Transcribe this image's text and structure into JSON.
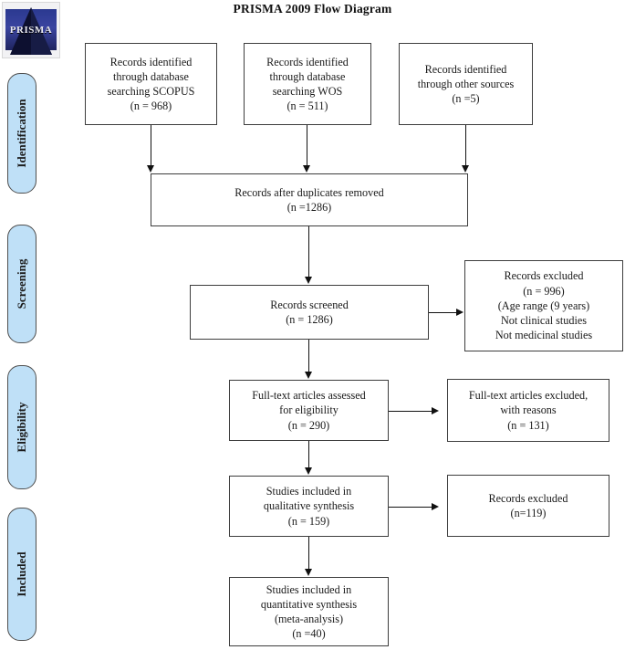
{
  "title": "PRISMA 2009 Flow Diagram",
  "logo": {
    "alt_text": "PRISMA",
    "colors": {
      "band": "#2b3990",
      "pyramid": "#0d1030"
    }
  },
  "colors": {
    "pill_fill": "#bfe0f7",
    "pill_border": "#4f4f4f",
    "box_border": "#3d3d3d",
    "connector": "#111111",
    "text": "#1a1a1a"
  },
  "stages": [
    {
      "label": "Identification"
    },
    {
      "label": "Screening"
    },
    {
      "label": "Eligibility"
    },
    {
      "label": "Included"
    }
  ],
  "boxes": {
    "identified_scopus": "Records identified\nthrough database\nsearching SCOPUS\n(n = 968)",
    "identified_wos": "Records identified\nthrough database\nsearching WOS\n(n = 511)",
    "identified_other": "Records identified\nthrough other sources\n(n =5)",
    "duplicates_removed": "Records after duplicates removed\n(n =1286)",
    "records_screened": "Records screened\n(n = 1286)",
    "records_excluded_screening": "Records excluded\n(n = 996)\n(Age range (9 years)\nNot clinical studies\nNot medicinal studies",
    "fulltext_assessed": "Full-text articles assessed\nfor eligibility\n(n =   290)",
    "fulltext_excluded": "Full-text articles excluded,\nwith reasons\n(n = 131)",
    "qualitative_synthesis": "Studies included in\nqualitative synthesis\n(n = 159)",
    "records_excluded_qualitative": "Records excluded\n(n=119)",
    "quantitative_synthesis": "Studies included in\nquantitative synthesis\n(meta-analysis)\n(n =40)"
  }
}
